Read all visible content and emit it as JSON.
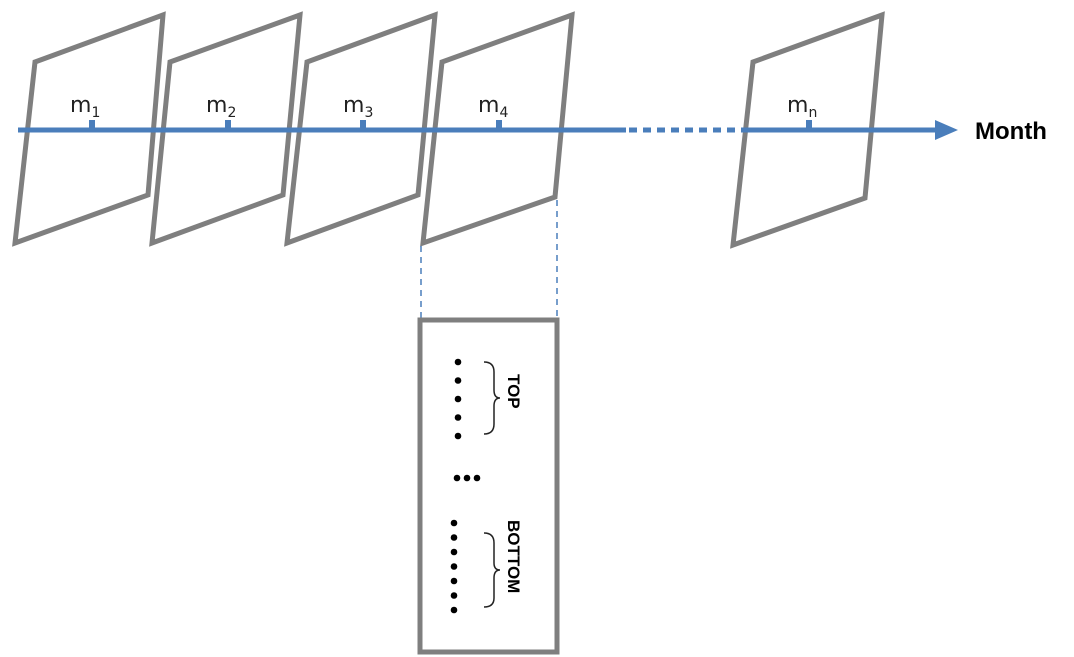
{
  "diagram": {
    "axis_label": "Month",
    "colors": {
      "axis": "#4a7ebb",
      "frame": "#7f7f7f",
      "text": "#000000"
    },
    "months": [
      {
        "base": "m",
        "sub": "1"
      },
      {
        "base": "m",
        "sub": "2"
      },
      {
        "base": "m",
        "sub": "3"
      },
      {
        "base": "m",
        "sub": "4"
      },
      {
        "base": "m",
        "sub": "n"
      }
    ],
    "expanded_month_index": 3,
    "detail_box": {
      "top_label": "TOP",
      "bottom_label": "BOTTOM",
      "top_dot_count": 5,
      "middle_dot_count": 3,
      "bottom_dot_count": 7
    }
  }
}
